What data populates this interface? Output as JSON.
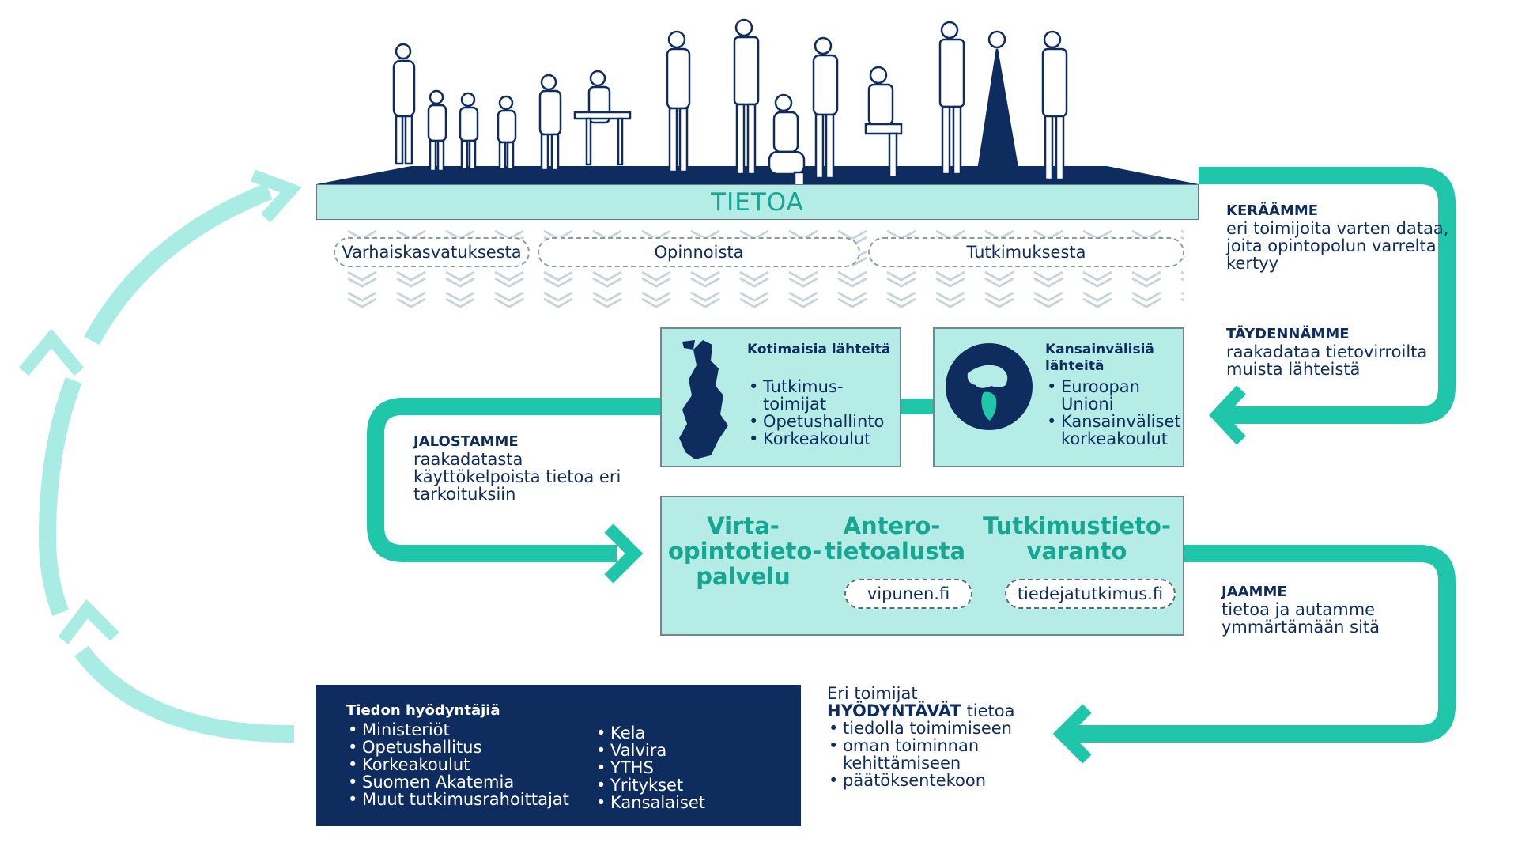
{
  "top_bar": {
    "label": "TIETOA"
  },
  "sources": [
    "Varhaiskasvatuksesta",
    "Opinnoista",
    "Tutkimuksesta"
  ],
  "domestic": {
    "title": "Kotimaisia lähteitä",
    "items": [
      "Tutkimus-toimijat",
      "Opetushallinto",
      "Korkeakoulut"
    ],
    "icon": "finland-map-icon"
  },
  "international": {
    "title": "Kansainvälisiä lähteitä",
    "items": [
      "Euroopan Unioni",
      "Kansainväliset korkeakoulut"
    ],
    "icon": "globe-icon"
  },
  "services": [
    {
      "name": "Virta-opintotieto-palvelu",
      "url": ""
    },
    {
      "name": "Antero-tietoalusta",
      "url": "vipunen.fi"
    },
    {
      "name": "Tutkimustieto-varanto",
      "url": "tiedejatutkimus.fi"
    }
  ],
  "steps": {
    "collect": {
      "heading": "KERÄÄMME",
      "text": "eri toimijoita varten dataa, joita opintopolun varrelta kertyy"
    },
    "complement": {
      "heading": "TÄYDENNÄMME",
      "text": "raakadataa tietovirroilta muista lähteistä"
    },
    "refine": {
      "heading": "JALOSTAMME",
      "text": "raakadatasta käyttökelpoista tietoa eri tarkoituksiin"
    },
    "share": {
      "heading": "JAAMME",
      "text": "tietoa ja autamme ymmärtämään sitä"
    },
    "utilize": {
      "intro": "Eri toimijat",
      "heading": "HYÖDYNTÄVÄT",
      "heading_tail": "tietoa",
      "items": [
        "tiedolla toimimiseen",
        "oman toiminnan kehittämiseen",
        "päätöksentekoon"
      ]
    }
  },
  "users": {
    "title": "Tiedon hyödyntäjiä",
    "col1": [
      "Ministeriöt",
      "Opetushallitus",
      "Korkeakoulut",
      "Suomen Akatemia",
      "Muut tutkimusrahoittajat"
    ],
    "col2": [
      "Kela",
      "Valvira",
      "YTHS",
      "Yritykset",
      "Kansalaiset"
    ]
  },
  "colors": {
    "navy": "#0e2d5e",
    "teal": "#1fc6a9",
    "light_teal": "#b5ece6",
    "pale_arrow": "#a8ece3"
  }
}
